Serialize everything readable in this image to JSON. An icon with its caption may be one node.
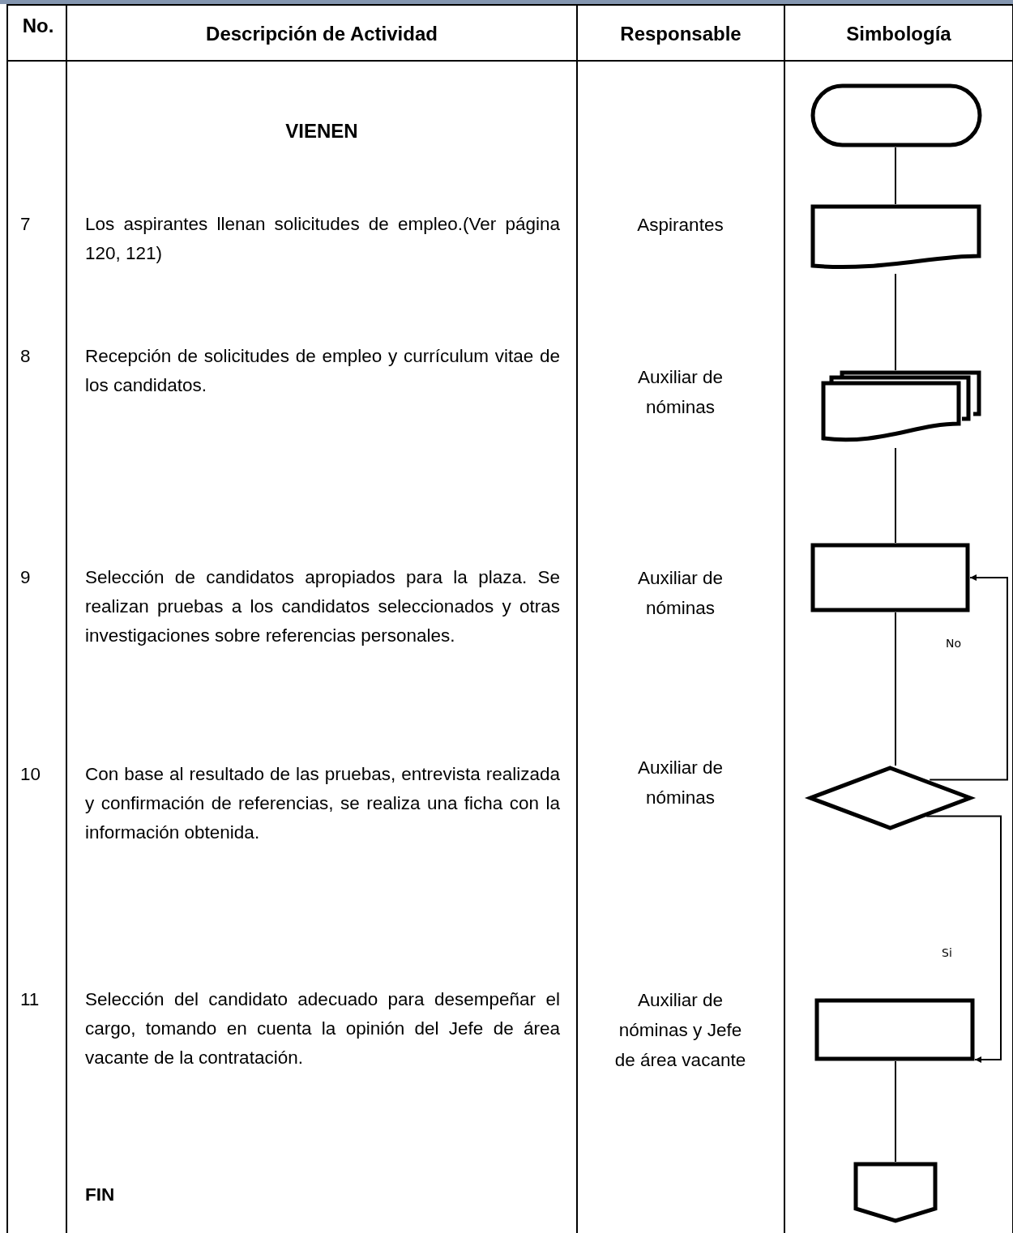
{
  "diagram": {
    "nodes": [
      {
        "text": [],
        "shape": "terminal"
      },
      {
        "text": [],
        "shape": "document"
      },
      {
        "text": [],
        "shape": "multidocument"
      },
      {
        "text": [],
        "shape": "box"
      },
      {
        "text": [],
        "shape": "diamond"
      },
      {
        "text": [],
        "shape": "box"
      },
      {
        "text": [],
        "shape": "offpage"
      }
    ],
    "edges": [
      {
        "from": 0,
        "to": 1,
        "arrow": "none"
      },
      {
        "from": 1,
        "to": 2,
        "arrow": "none"
      },
      {
        "from": 2,
        "to": 3,
        "arrow": "none"
      },
      {
        "from": 3,
        "to": 4,
        "arrow": "none"
      },
      {
        "from": 4,
        "to": 3,
        "arrow": "to",
        "label": "No"
      },
      {
        "from": 4,
        "to": 5,
        "arrow": "to",
        "label": "Si"
      },
      {
        "from": 5,
        "to": 6,
        "arrow": "none"
      }
    ],
    "labels": [
      "No.",
      "Descripción de Actividad",
      "Responsable",
      "Simbología",
      "VIENEN",
      "7",
      "Los aspirantes llenan solicitudes de empleo.(Ver página 120, 121)",
      "Aspirantes",
      "8",
      "Recepción de solicitudes de empleo y currículum vitae de los candidatos.",
      "Auxiliar de nóminas",
      "9",
      "Selección de candidatos apropiados para la plaza. Se realizan pruebas a los candidatos seleccionados y otras investigaciones sobre referencias personales.",
      "Auxiliar de nóminas",
      "10",
      "Con base al resultado de las pruebas, entrevista realizada y confirmación de referencias, se realiza una ficha con la información obtenida.",
      "Auxiliar de nóminas",
      "11",
      "Selección del candidato adecuado para desempeñar el cargo, tomando en cuenta la opinión del Jefe de área vacante de la contratación.",
      "Auxiliar de nóminas y Jefe de área vacante",
      "FIN"
    ]
  }
}
